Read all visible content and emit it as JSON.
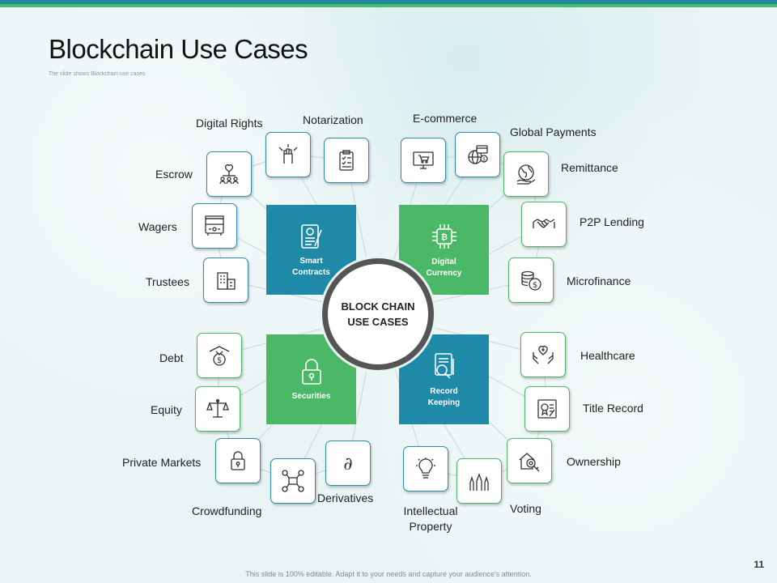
{
  "header": {
    "title": "Blockchain Use Cases",
    "subtitle": "The slide shows Blockchain use cases"
  },
  "center": {
    "label": "BLOCK CHAIN\nUSE CASES"
  },
  "quadrants": {
    "smart_contracts": {
      "label": "Smart\nContracts",
      "icon": "contract-document-icon",
      "color": "#1f8aa8"
    },
    "digital_currency": {
      "label": "Digital\nCurrency",
      "icon": "bitcoin-chip-icon",
      "color": "#4bb868"
    },
    "securities": {
      "label": "Securities",
      "icon": "padlock-icon",
      "color": "#4bb868"
    },
    "record_keeping": {
      "label": "Record\nKeeping",
      "icon": "records-search-icon",
      "color": "#1f8aa8"
    }
  },
  "use_cases": {
    "digital_rights": {
      "label": "Digital Rights",
      "icon": "raised-fist-icon"
    },
    "notarization": {
      "label": "Notarization",
      "icon": "clipboard-checklist-icon"
    },
    "escrow": {
      "label": "Escrow",
      "icon": "heart-people-network-icon"
    },
    "wagers": {
      "label": "Wagers",
      "icon": "slot-machine-icon"
    },
    "trustees": {
      "label": "Trustees",
      "icon": "buildings-icon"
    },
    "ecommerce": {
      "label": "E-commerce",
      "icon": "monitor-cart-icon"
    },
    "global_payments": {
      "label": "Global Payments",
      "icon": "globe-card-icon"
    },
    "remittance": {
      "label": "Remittance",
      "icon": "globe-hand-icon"
    },
    "p2p_lending": {
      "label": "P2P Lending",
      "icon": "handshake-icon"
    },
    "microfinance": {
      "label": "Microfinance",
      "icon": "coin-stack-icon"
    },
    "debt": {
      "label": "Debt",
      "icon": "money-bag-icon"
    },
    "equity": {
      "label": "Equity",
      "icon": "scales-icon"
    },
    "private_markets": {
      "label": "Private Markets",
      "icon": "lock-icon"
    },
    "crowdfunding": {
      "label": "Crowdfunding",
      "icon": "coins-network-icon"
    },
    "derivatives": {
      "label": "Derivatives",
      "icon": "partial-derivative-icon"
    },
    "healthcare": {
      "label": "Healthcare",
      "icon": "hands-heart-icon"
    },
    "title_record": {
      "label": "Title Record",
      "icon": "certificate-icon"
    },
    "ownership": {
      "label": "Ownership",
      "icon": "house-key-icon"
    },
    "intellectual_property": {
      "label": "Intellectual\nProperty",
      "icon": "lightbulb-icon"
    },
    "voting": {
      "label": "Voting",
      "icon": "raised-hands-icon"
    }
  },
  "footer": {
    "note": "This slide is 100% editable. Adapt it to your needs and capture your audience's attention.",
    "page_number": "11"
  },
  "colors": {
    "teal": "#1f8aa8",
    "green": "#4bb868",
    "ring": "#555555"
  }
}
